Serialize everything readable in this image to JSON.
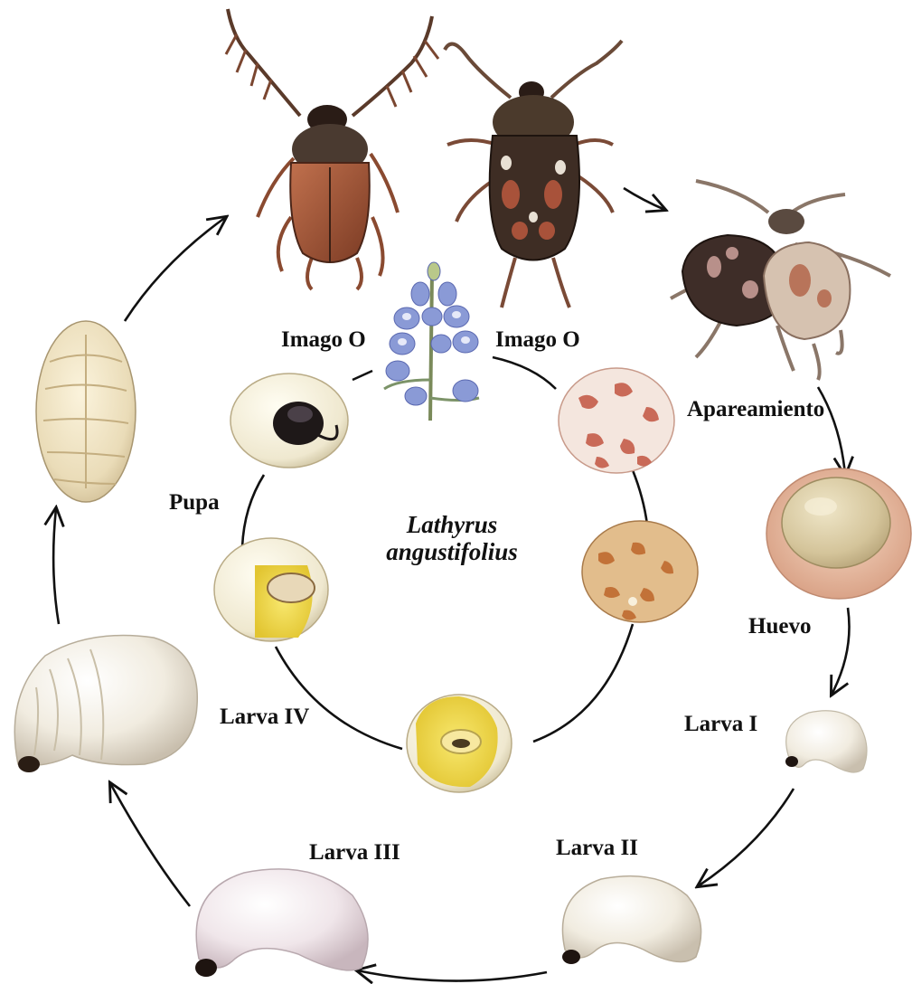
{
  "center_label": {
    "line1": "Lathyrus",
    "line2": "angustifolius"
  },
  "stages": {
    "imago_male": "Imago O",
    "imago_female": "Imago O",
    "mating": "Apareamiento",
    "egg": "Huevo",
    "larva_1": "Larva I",
    "larva_2": "Larva II",
    "larva_3": "Larva III",
    "larva_4": "Larva IV",
    "pupa": "Pupa"
  }
}
